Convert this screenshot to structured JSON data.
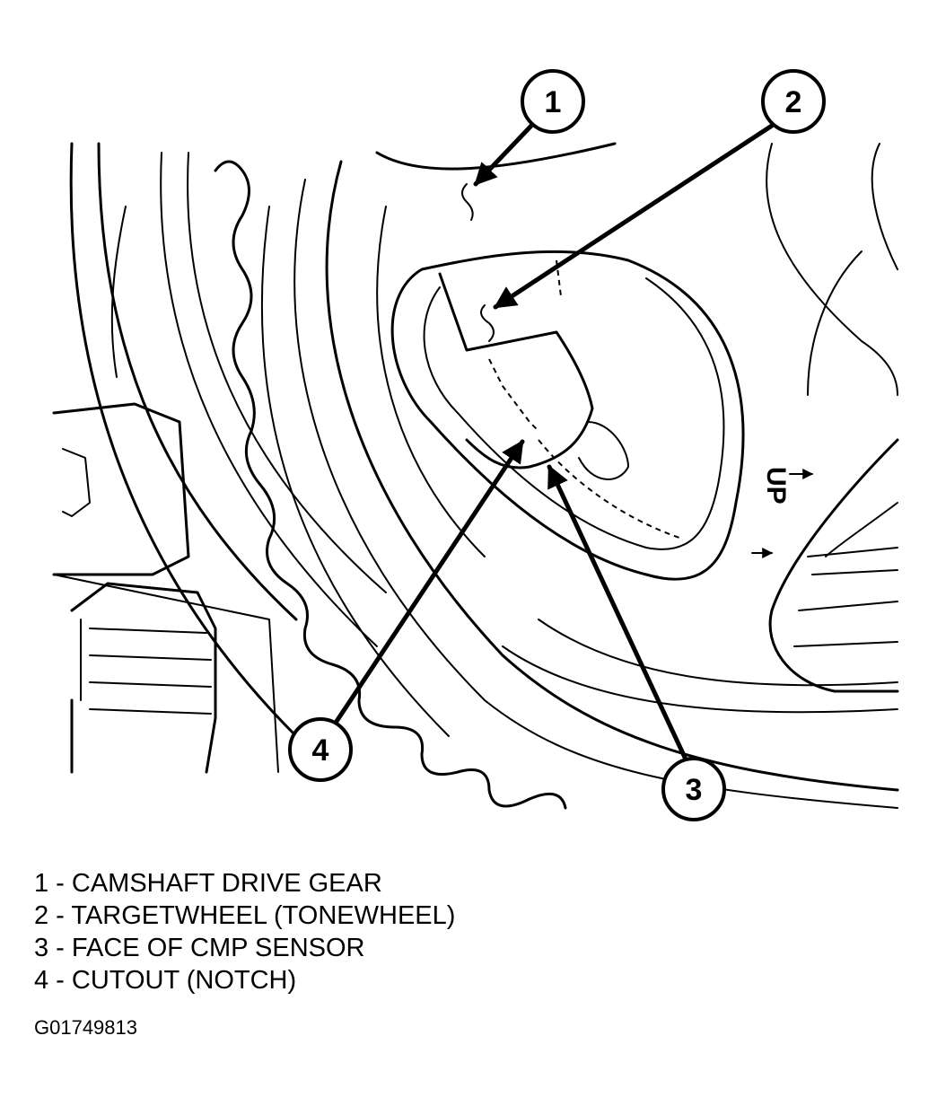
{
  "diagram": {
    "callouts": [
      "1",
      "2",
      "3",
      "4"
    ],
    "direction_label": "UP"
  },
  "legend": [
    "1 - CAMSHAFT DRIVE GEAR",
    "2 - TARGETWHEEL (TONEWHEEL)",
    "3 - FACE OF CMP SENSOR",
    "4 - CUTOUT (NOTCH)"
  ],
  "figure_id": "G01749813"
}
